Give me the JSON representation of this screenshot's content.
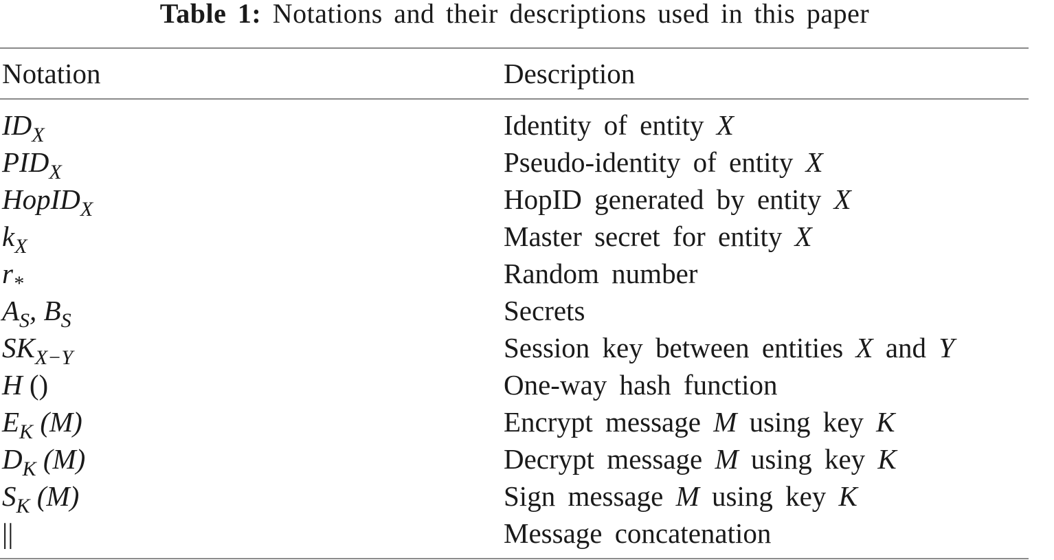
{
  "caption": {
    "label": "Table 1:",
    "text": " Notations and their descriptions used in this paper"
  },
  "table": {
    "headers": [
      "Notation",
      "Description"
    ],
    "rows": [
      {
        "notation": {
          "base": "ID",
          "sub": "X",
          "tail": ""
        },
        "description": {
          "pre": "Identity of entity ",
          "var1": "X",
          "mid": "",
          "var2": ""
        }
      },
      {
        "notation": {
          "base": "PID",
          "sub": "X",
          "tail": ""
        },
        "description": {
          "pre": "Pseudo-identity of entity ",
          "var1": "X",
          "mid": "",
          "var2": ""
        }
      },
      {
        "notation": {
          "base": "HopID",
          "sub": "X",
          "tail": ""
        },
        "description": {
          "pre": "HopID generated by entity ",
          "var1": "X",
          "mid": "",
          "var2": ""
        }
      },
      {
        "notation": {
          "base": "k",
          "sub": "X",
          "tail": ""
        },
        "description": {
          "pre": "Master secret for entity ",
          "var1": "X",
          "mid": "",
          "var2": ""
        }
      },
      {
        "notation": {
          "base": "r",
          "sub": "*",
          "tail": ""
        },
        "description": {
          "pre": "Random number",
          "var1": "",
          "mid": "",
          "var2": ""
        }
      },
      {
        "notation": {
          "base": "A",
          "sub": "S",
          "tail": ", B",
          "sub2": "S"
        },
        "description": {
          "pre": "Secrets",
          "var1": "",
          "mid": "",
          "var2": ""
        }
      },
      {
        "notation": {
          "base": "SK",
          "sub": "X−Y",
          "tail": ""
        },
        "description": {
          "pre": "Session key between entities ",
          "var1": "X",
          "mid": " and ",
          "var2": "Y"
        }
      },
      {
        "notation": {
          "base": "H",
          "sub": "",
          "tail": " ()"
        },
        "description": {
          "pre": "One-way hash function",
          "var1": "",
          "mid": "",
          "var2": ""
        }
      },
      {
        "notation": {
          "base": "E",
          "sub": "K",
          "tail": " (M)"
        },
        "description": {
          "pre": "Encrypt message ",
          "var1": "M",
          "mid": " using key ",
          "var2": "K"
        }
      },
      {
        "notation": {
          "base": "D",
          "sub": "K",
          "tail": " (M)"
        },
        "description": {
          "pre": "Decrypt message ",
          "var1": "M",
          "mid": " using key ",
          "var2": "K"
        }
      },
      {
        "notation": {
          "base": "S",
          "sub": "K",
          "tail": " (M)"
        },
        "description": {
          "pre": "Sign message ",
          "var1": "M",
          "mid": " using key ",
          "var2": "K"
        }
      },
      {
        "notation": {
          "base": "||",
          "sub": "",
          "tail": ""
        },
        "description": {
          "pre": "Message concatenation",
          "var1": "",
          "mid": "",
          "var2": ""
        }
      }
    ]
  }
}
